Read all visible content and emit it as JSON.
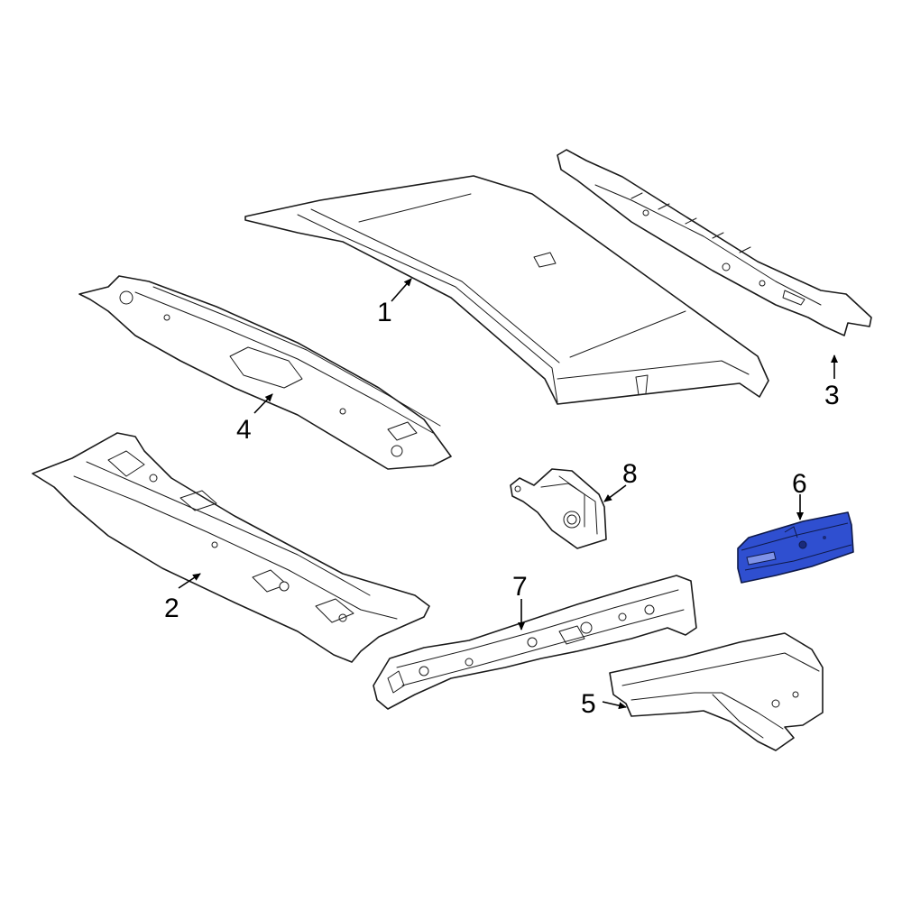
{
  "diagram": {
    "highlight_color": "#2f4fd0",
    "callouts": [
      {
        "id": "1",
        "label": "1"
      },
      {
        "id": "2",
        "label": "2"
      },
      {
        "id": "3",
        "label": "3"
      },
      {
        "id": "4",
        "label": "4"
      },
      {
        "id": "5",
        "label": "5"
      },
      {
        "id": "6",
        "label": "6"
      },
      {
        "id": "7",
        "label": "7"
      },
      {
        "id": "8",
        "label": "8"
      }
    ],
    "highlighted_part": "6"
  }
}
